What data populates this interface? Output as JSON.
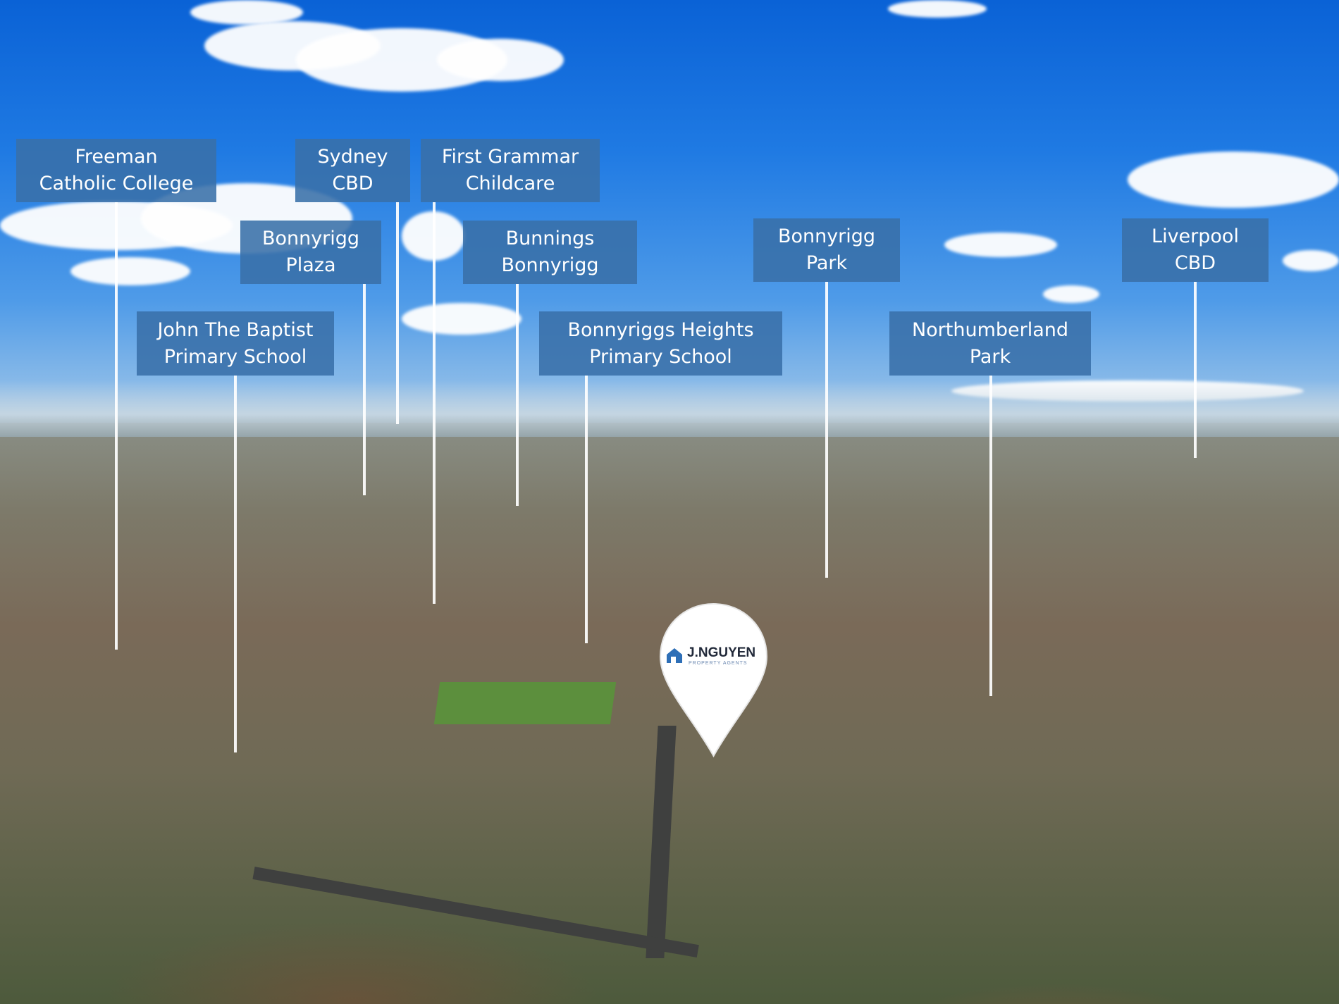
{
  "labels": [
    {
      "line1": "Freeman",
      "line2": "Catholic College"
    },
    {
      "line1": "Sydney",
      "line2": "CBD"
    },
    {
      "line1": "First Grammar",
      "line2": "Childcare"
    },
    {
      "line1": "Bonnyrigg",
      "line2": "Plaza"
    },
    {
      "line1": "Bunnings",
      "line2": "Bonnyrigg"
    },
    {
      "line1": "Bonnyrigg",
      "line2": "Park"
    },
    {
      "line1": "Liverpool",
      "line2": "CBD"
    },
    {
      "line1": "John The Baptist",
      "line2": "Primary School"
    },
    {
      "line1": "Bonnyriggs Heights",
      "line2": "Primary School"
    },
    {
      "line1": "Northumberland",
      "line2": "Park"
    }
  ],
  "pin": {
    "brand": "J.NGUYEN",
    "tagline": "PROPERTY AGENTS",
    "logo_icon": "house-logo-icon"
  },
  "colors": {
    "label_bg": "#3970a8",
    "label_text": "#ffffff",
    "sky": "#1f7ae3"
  }
}
